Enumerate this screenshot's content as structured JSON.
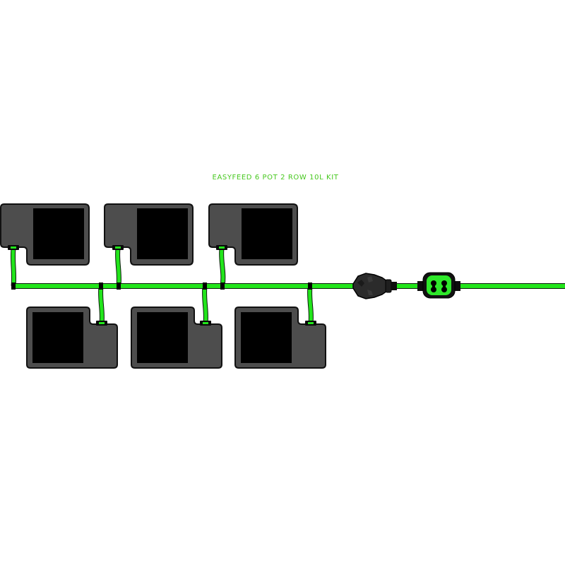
{
  "title": "EASYFEED 6 POT 2 ROW 10L KIT",
  "colors": {
    "tube": "#22e51b",
    "tube_edge": "#0b1a0b",
    "pot_body": "#4d4d4d",
    "pot_outline": "#111111",
    "pot_inner": "#000000",
    "title": "#46c81e",
    "valve_face": "#2ee82a"
  },
  "components": {
    "pots": 6,
    "rows": 2,
    "filter_icon": "inline-filter-icon",
    "valve_icon": "tap-valve-icon"
  }
}
